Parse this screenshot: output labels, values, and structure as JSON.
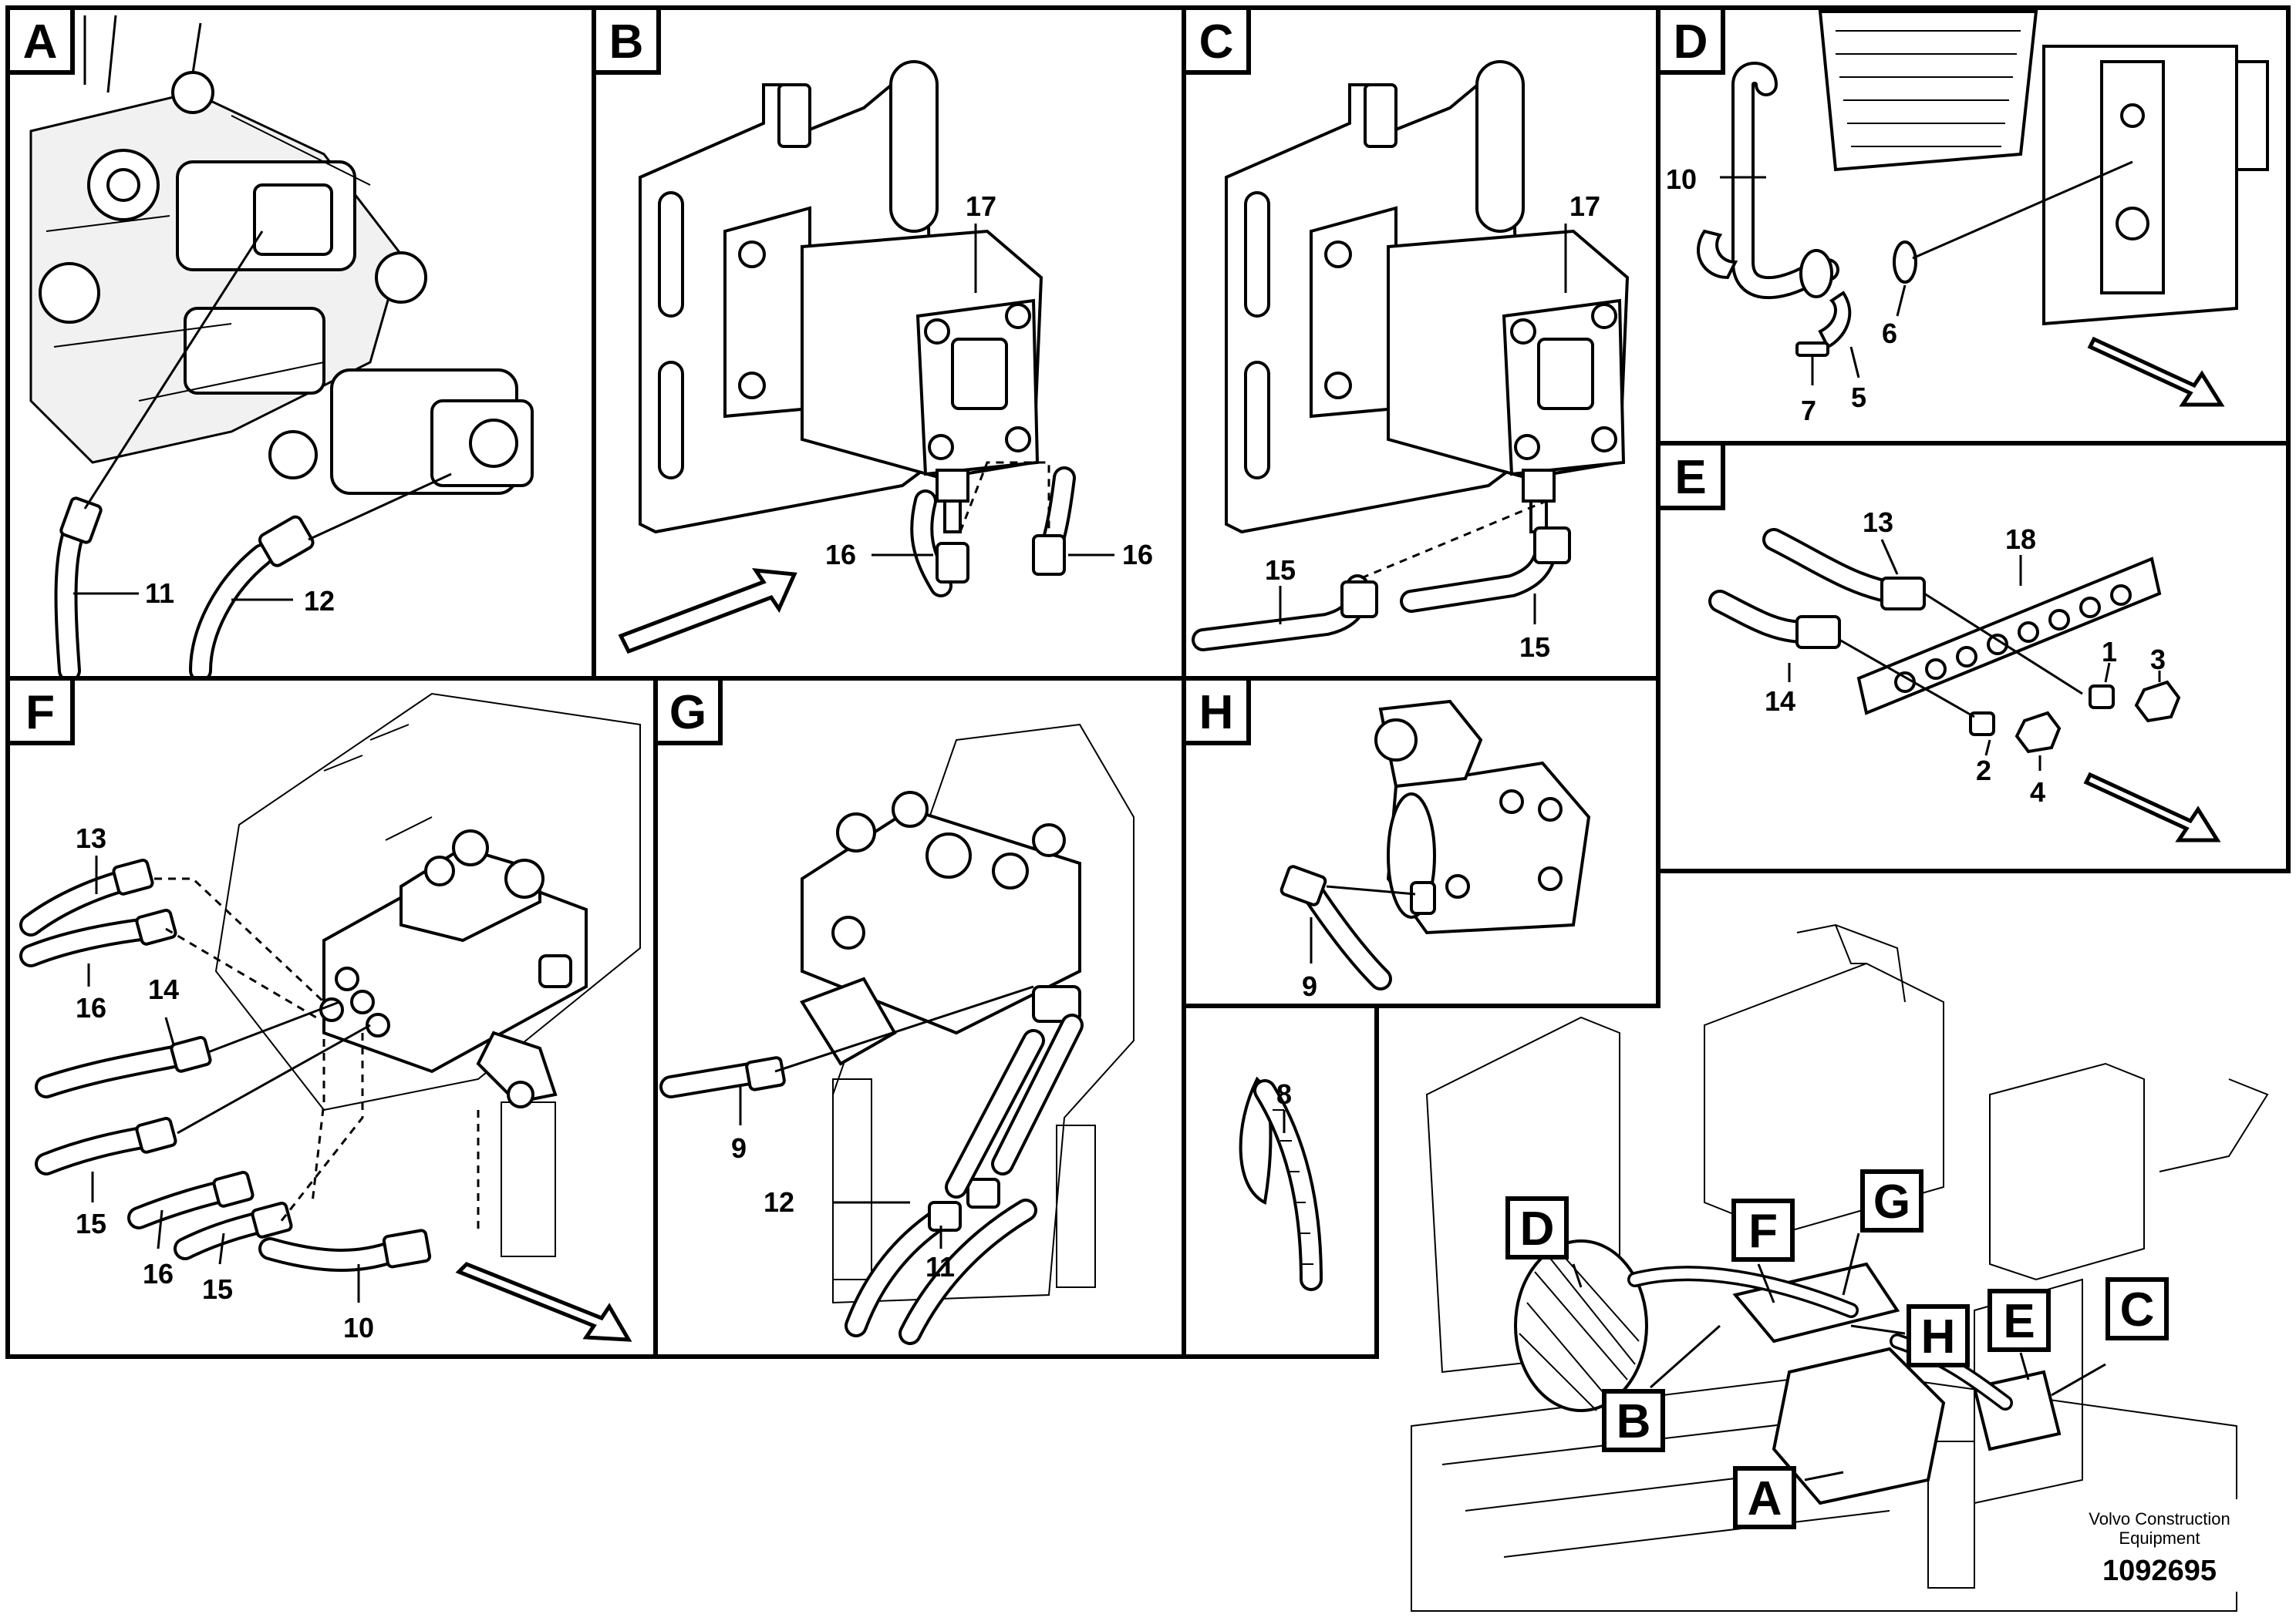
{
  "panels": {
    "A": {
      "label": "A",
      "callouts": [
        "11",
        "12"
      ]
    },
    "B": {
      "label": "B",
      "callouts": [
        "17",
        "16",
        "16"
      ]
    },
    "C": {
      "label": "C",
      "callouts": [
        "17",
        "15",
        "15"
      ]
    },
    "D": {
      "label": "D",
      "callouts": [
        "10",
        "6",
        "7",
        "5"
      ]
    },
    "E": {
      "label": "E",
      "callouts": [
        "13",
        "18",
        "14",
        "1",
        "3",
        "2",
        "4"
      ]
    },
    "F": {
      "label": "F",
      "callouts": [
        "13",
        "16",
        "14",
        "15",
        "16",
        "15",
        "10"
      ]
    },
    "G": {
      "label": "G",
      "callouts": [
        "9",
        "12",
        "11"
      ]
    },
    "H": {
      "label": "H",
      "callouts": [
        "9"
      ]
    },
    "tie": {
      "callouts": [
        "8"
      ]
    }
  },
  "overview": {
    "tags": [
      "F",
      "G",
      "D",
      "H",
      "B",
      "E",
      "C",
      "A"
    ]
  },
  "footer": {
    "brand_line1": "Volvo Construction",
    "brand_line2": "Equipment",
    "drawing_number": "1092695"
  }
}
